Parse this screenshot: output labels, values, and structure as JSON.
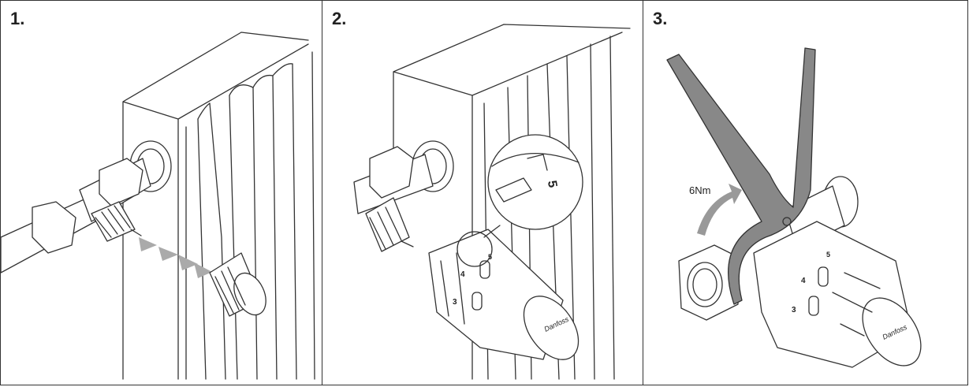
{
  "steps": [
    {
      "label": "1."
    },
    {
      "label": "2."
    },
    {
      "label": "3."
    }
  ],
  "step2": {
    "detail_scale_number": "5",
    "dial_numbers": [
      "5",
      "4",
      "3"
    ],
    "logo": "Danfoss"
  },
  "step3": {
    "torque_label": "6Nm",
    "dial_numbers": [
      "5",
      "4",
      "3"
    ],
    "logo": "Danfoss"
  },
  "colors": {
    "border": "#333333",
    "tool": "#888888",
    "arrow": "#999999"
  }
}
